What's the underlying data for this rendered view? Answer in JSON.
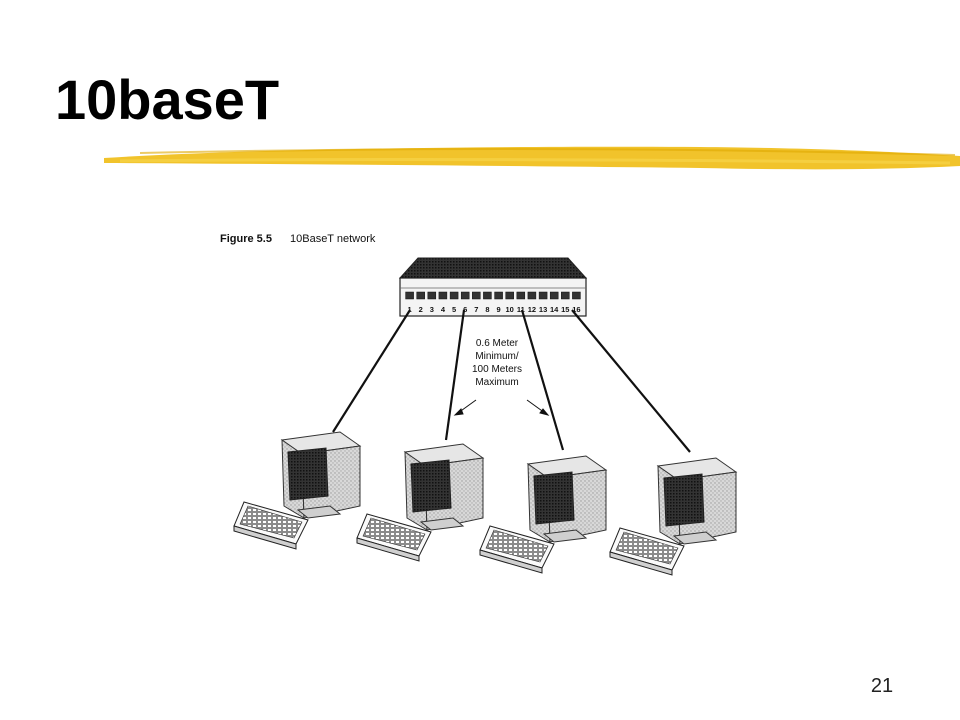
{
  "slide": {
    "title": "10baseT",
    "accent_color": "#f0c020",
    "page_number": "21"
  },
  "figure": {
    "label": "Figure 5.5",
    "caption": "10BaseT network",
    "port_numbers": [
      "1",
      "2",
      "3",
      "4",
      "5",
      "6",
      "7",
      "8",
      "9",
      "10",
      "11",
      "12",
      "13",
      "14",
      "15",
      "16"
    ],
    "cable_note": [
      "0.6 Meter",
      "Minimum/",
      "100 Meters",
      "Maximum"
    ],
    "hub": {
      "name": "hub",
      "ports": 16
    },
    "computers": [
      {
        "name": "computer-1",
        "connected_port": 1
      },
      {
        "name": "computer-2",
        "connected_port": 6
      },
      {
        "name": "computer-3",
        "connected_port": 11
      },
      {
        "name": "computer-4",
        "connected_port": 16
      }
    ]
  }
}
